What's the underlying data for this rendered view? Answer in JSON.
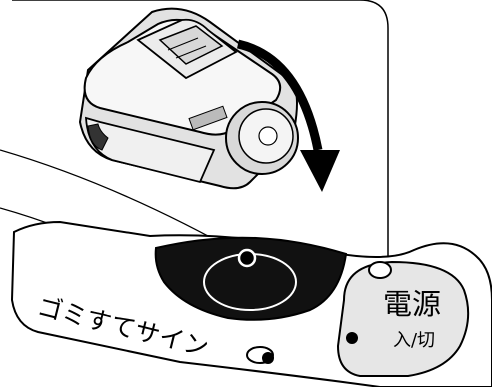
{
  "diagram": {
    "power_button": {
      "label_main": "電源",
      "label_sub": "入/切"
    },
    "dust_sign": {
      "label": "ゴミすてサイン"
    },
    "icons": {
      "vacuum": "vacuum-cleaner-icon",
      "arrow": "curved-arrow-icon"
    },
    "colors": {
      "line": "#000000",
      "panel_fill": "#ffffff",
      "button_fill": "#e6e6e6",
      "body_fill": "#f2f2f2",
      "window_fill": "#111111"
    }
  }
}
